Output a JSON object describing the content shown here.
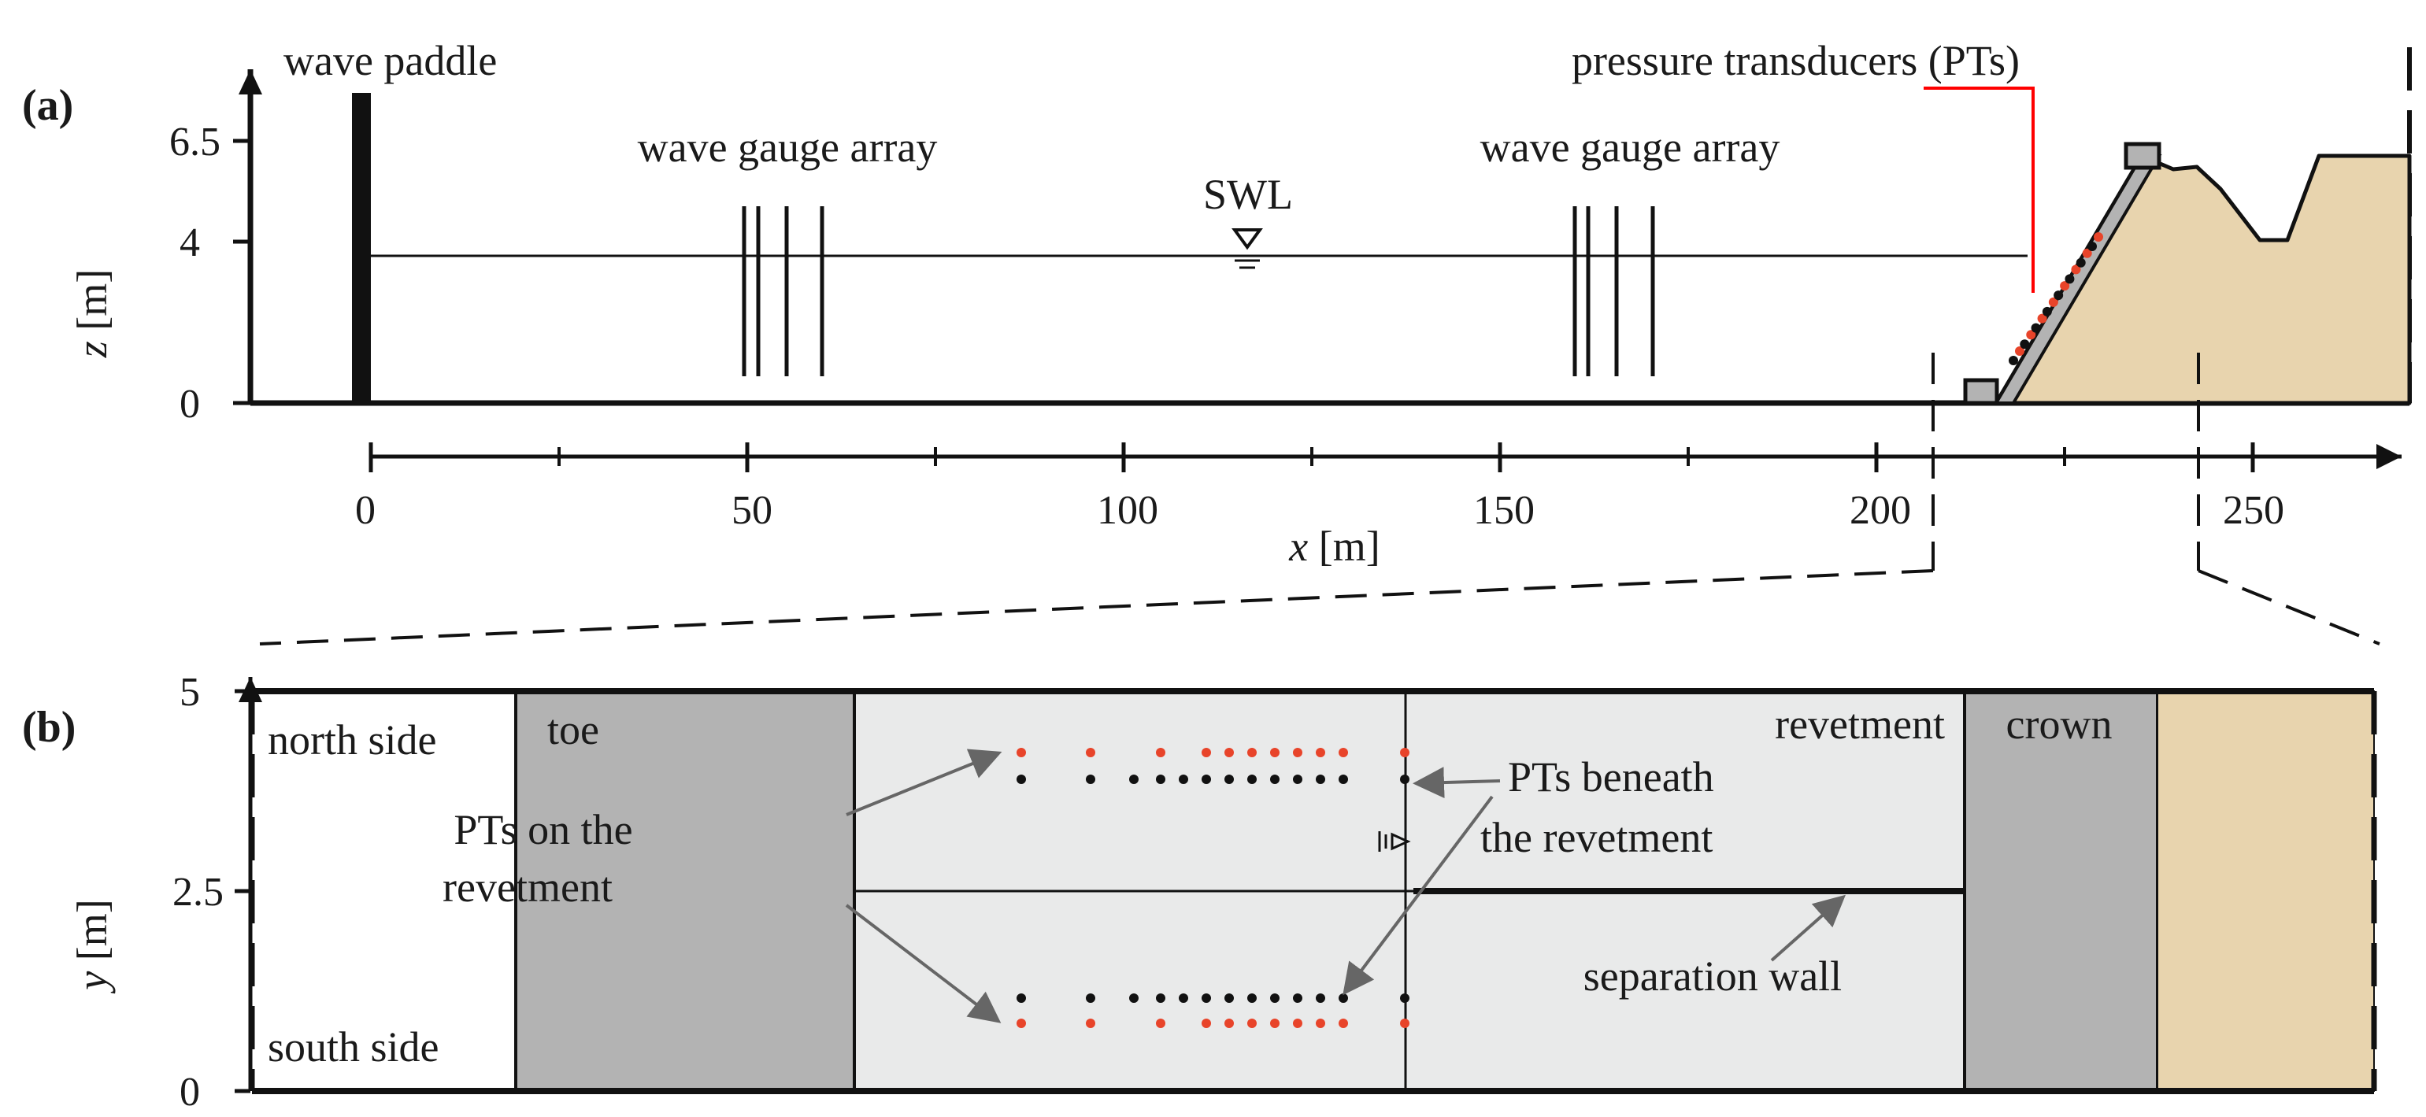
{
  "panel_a": {
    "tag": "(a)",
    "wave_paddle": "wave paddle",
    "gauge_array_left": "wave gauge array",
    "gauge_array_right": "wave gauge array",
    "swl": "SWL",
    "pts_label": "pressure transducers (PTs)",
    "z_axis": {
      "var": "z",
      "unit": " [m]",
      "ticks": [
        "0",
        "4",
        "6.5"
      ]
    },
    "x_axis": {
      "var": "x",
      "unit": " [m]",
      "ticks": [
        "0",
        "50",
        "100",
        "150",
        "200",
        "250"
      ]
    }
  },
  "panel_b": {
    "tag": "(b)",
    "north_side": "north side",
    "south_side": "south side",
    "toe": "toe",
    "revetment": "revetment",
    "crown": "crown",
    "pts_on_1": "PTs on the",
    "pts_on_2": "revetment",
    "pts_beneath_1": "PTs beneath",
    "pts_beneath_2": "the revetment",
    "separation_wall": "separation wall",
    "y_axis": {
      "var": "y",
      "unit": " [m]",
      "ticks": [
        "0",
        "2.5",
        "5"
      ]
    }
  },
  "colors": {
    "sand": "#e8d4ae",
    "toe_crown": "#b3b3b3",
    "revetment_area": "#e9eaea",
    "pt_red": "#e8442a",
    "pt_black": "#111111",
    "pts_leader": "#ff0000",
    "arrow_gray": "#666666"
  }
}
